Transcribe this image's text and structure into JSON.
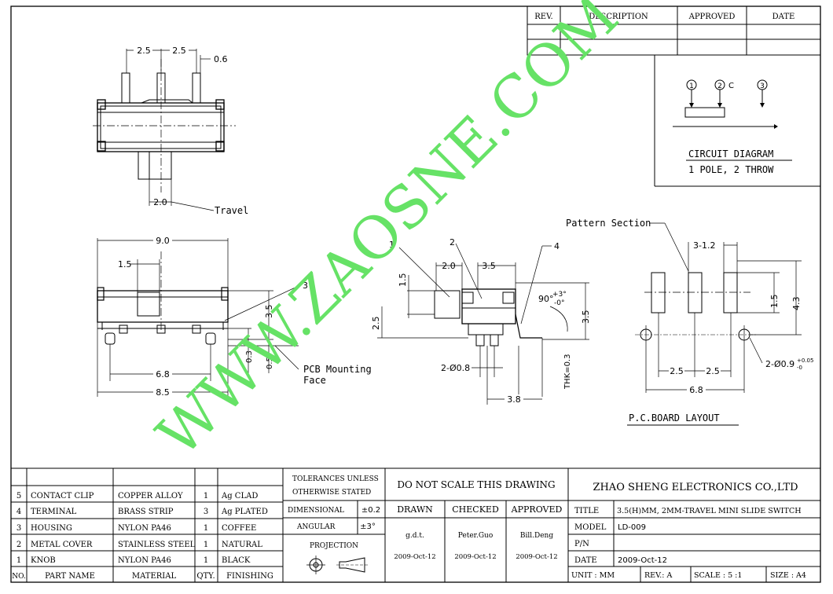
{
  "revision_block": {
    "headers": [
      "REV.",
      "DESCRIPTION",
      "APPROVED",
      "DATE"
    ]
  },
  "circuit": {
    "pins": [
      "1",
      "2",
      "3"
    ],
    "pin2_suffix": "C",
    "title": "CIRCUIT DIAGRAM",
    "subtitle": "1 POLE, 2 THROW"
  },
  "watermark": "WWW.ZAOSNE.COM",
  "watermark_color": "#66e266",
  "dims": {
    "top_pitch_a": "2.5",
    "top_pitch_b": "2.5",
    "top_pin_w": "0.6",
    "travel_dim": "2.0",
    "travel_label": "Travel",
    "width_9": "9.0",
    "knob_1_5": "1.5",
    "height_3_5": "3.5",
    "ref_3": "3",
    "pin_0_3": "0.3",
    "pin_0_5": "0.5",
    "bottom_6_8": "6.8",
    "bottom_8_5": "8.5",
    "pcb_face_line1": "PCB Mounting",
    "pcb_face_line2": "Face",
    "ref_1": "1",
    "ref_2": "2",
    "ref_4": "4",
    "side_2_0": "2.0",
    "side_3_5": "3.5",
    "side_1_5": "1.5",
    "side_2_5": "2.5",
    "side_h_3_5": "3.5",
    "angle_main": "90°",
    "angle_plus": "+3°",
    "angle_minus": "-0°",
    "holes_08": "2-Ø0.8",
    "thk": "THK=0.3",
    "side_3_8": "3.8",
    "pattern_section": "Pattern Section",
    "pcb_3_1_2": "3-1.2",
    "pcb_1_5": "1.5",
    "pcb_4_3": "4.3",
    "pcb_hole": "2-Ø0.9",
    "pcb_hole_plus": "+0.05",
    "pcb_hole_minus": "-0",
    "pcb_2_5a": "2.5",
    "pcb_2_5b": "2.5",
    "pcb_6_8": "6.8",
    "pcb_layout_title": "P.C.BOARD LAYOUT"
  },
  "parts_table": {
    "rows": [
      {
        "no": "5",
        "part": "CONTACT CLIP",
        "material": "COPPER ALLOY",
        "qty": "1",
        "finish": "Ag CLAD"
      },
      {
        "no": "4",
        "part": "TERMINAL",
        "material": "BRASS STRIP",
        "qty": "3",
        "finish": "Ag PLATED"
      },
      {
        "no": "3",
        "part": "HOUSING",
        "material": "NYLON PA46",
        "qty": "1",
        "finish": "COFFEE"
      },
      {
        "no": "2",
        "part": "METAL COVER",
        "material": "STAINLESS STEEL",
        "qty": "1",
        "finish": "NATURAL"
      },
      {
        "no": "1",
        "part": "KNOB",
        "material": "NYLON PA46",
        "qty": "1",
        "finish": "BLACK"
      }
    ],
    "headers": {
      "no": "NO.",
      "part": "PART NAME",
      "material": "MATERIAL",
      "qty": "QTY.",
      "finish": "FINISHING"
    }
  },
  "tolerances": {
    "title_l1": "TOLERANCES UNLESS",
    "title_l2": "OTHERWISE STATED",
    "dimensional_label": "DIMENSIONAL",
    "dimensional_value": "±0.2",
    "angular_label": "ANGULAR",
    "angular_value": "±3°",
    "projection": "PROJECTION"
  },
  "signoff": {
    "notice": "DO NOT SCALE THIS DRAWING",
    "drawn_label": "DRAWN",
    "checked_label": "CHECKED",
    "approved_label": "APPROVED",
    "drawn_name": "g.d.t.",
    "checked_name": "Peter.Guo",
    "approved_name": "Bill.Deng",
    "drawn_date": "2009-Oct-12",
    "checked_date": "2009-Oct-12",
    "approved_date": "2009-Oct-12"
  },
  "title_block": {
    "company": "ZHAO SHENG ELECTRONICS CO.,LTD",
    "title_label": "TITLE",
    "title_value": "3.5(H)MM, 2MM-TRAVEL MINI SLIDE SWITCH",
    "model_label": "MODEL",
    "model_value": "LD-009",
    "pn_label": "P/N",
    "pn_value": "",
    "date_label": "DATE",
    "date_value": "2009-Oct-12",
    "unit": "UNIT : MM",
    "rev": "REV.: A",
    "scale": "SCALE : 5 :1",
    "size": "SIZE : A4"
  }
}
